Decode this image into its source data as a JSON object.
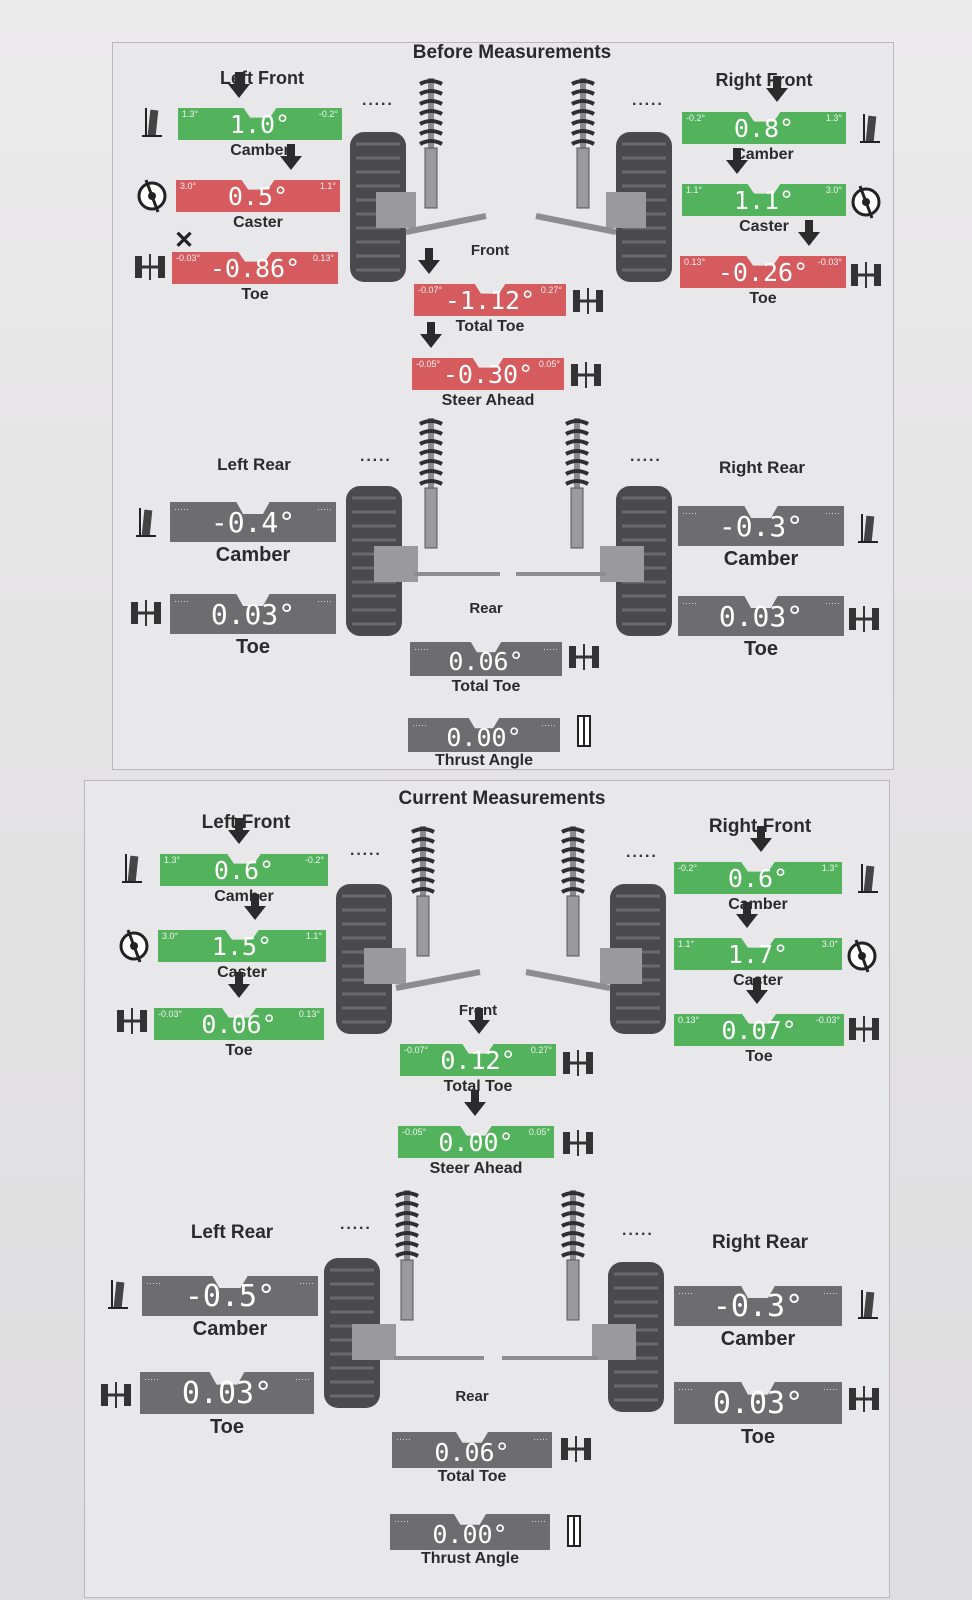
{
  "before": {
    "title": "Before Measurements",
    "front_label": "Front",
    "rear_label": "Rear",
    "left_front": {
      "title": "Left Front",
      "camber": {
        "value": "1.0°",
        "label": "Camber",
        "min": "1.3°",
        "max": "-0.2°"
      },
      "caster": {
        "value": "0.5°",
        "label": "Caster",
        "min": "3.0°",
        "max": "1.1°"
      },
      "toe": {
        "value": "-0.86°",
        "label": "Toe",
        "min": "-0.03°",
        "max": "0.13°"
      }
    },
    "right_front": {
      "title": "Right Front",
      "camber": {
        "value": "0.8°",
        "label": "Camber",
        "min": "-0.2°",
        "max": "1.3°"
      },
      "caster": {
        "value": "1.1°",
        "label": "Caster",
        "min": "1.1°",
        "max": "3.0°"
      },
      "toe": {
        "value": "-0.26°",
        "label": "Toe",
        "min": "0.13°",
        "max": "-0.03°"
      }
    },
    "total_toe": {
      "value": "-1.12°",
      "label": "Total Toe",
      "min": "-0.07°",
      "max": "0.27°"
    },
    "steer_ahead": {
      "value": "-0.30°",
      "label": "Steer Ahead",
      "min": "-0.05°",
      "max": "0.05°"
    },
    "left_rear": {
      "title": "Left Rear",
      "camber": {
        "value": "-0.4°",
        "label": "Camber"
      },
      "toe": {
        "value": "0.03°",
        "label": "Toe"
      }
    },
    "right_rear": {
      "title": "Right Rear",
      "camber": {
        "value": "-0.3°",
        "label": "Camber"
      },
      "toe": {
        "value": "0.03°",
        "label": "Toe"
      }
    },
    "rear_total_toe": {
      "value": "0.06°",
      "label": "Total Toe"
    },
    "thrust_angle": {
      "value": "0.00°",
      "label": "Thrust Angle"
    }
  },
  "current": {
    "title": "Current Measurements",
    "front_label": "Front",
    "rear_label": "Rear",
    "left_front": {
      "title": "Left Front",
      "camber": {
        "value": "0.6°",
        "label": "Camber",
        "min": "1.3°",
        "max": "-0.2°"
      },
      "caster": {
        "value": "1.5°",
        "label": "Caster",
        "min": "3.0°",
        "max": "1.1°"
      },
      "toe": {
        "value": "0.06°",
        "label": "Toe",
        "min": "-0.03°",
        "max": "0.13°"
      }
    },
    "right_front": {
      "title": "Right Front",
      "camber": {
        "value": "0.6°",
        "label": "Camber",
        "min": "-0.2°",
        "max": "1.3°"
      },
      "caster": {
        "value": "1.7°",
        "label": "Caster",
        "min": "1.1°",
        "max": "3.0°"
      },
      "toe": {
        "value": "0.07°",
        "label": "Toe",
        "min": "0.13°",
        "max": "-0.03°"
      }
    },
    "total_toe": {
      "value": "0.12°",
      "label": "Total Toe",
      "min": "-0.07°",
      "max": "0.27°"
    },
    "steer_ahead": {
      "value": "0.00°",
      "label": "Steer Ahead",
      "min": "-0.05°",
      "max": "0.05°"
    },
    "left_rear": {
      "title": "Left Rear",
      "camber": {
        "value": "-0.5°",
        "label": "Camber"
      },
      "toe": {
        "value": "0.03°",
        "label": "Toe"
      }
    },
    "right_rear": {
      "title": "Right Rear",
      "camber": {
        "value": "-0.3°",
        "label": "Camber"
      },
      "toe": {
        "value": "0.03°",
        "label": "Toe"
      }
    },
    "rear_total_toe": {
      "value": "0.06°",
      "label": "Total Toe"
    },
    "thrust_angle": {
      "value": "0.00°",
      "label": "Thrust Angle"
    }
  },
  "dots_text": "·····",
  "colors": {
    "in_spec": "#53b25c",
    "out_of_spec": "#d65b5f",
    "no_spec": "#6d6d70"
  },
  "icons": [
    "camber-icon",
    "caster-icon",
    "toe-icon",
    "total-toe-icon",
    "steer-ahead-icon",
    "thrust-angle-icon",
    "out-of-spec-x-icon"
  ]
}
